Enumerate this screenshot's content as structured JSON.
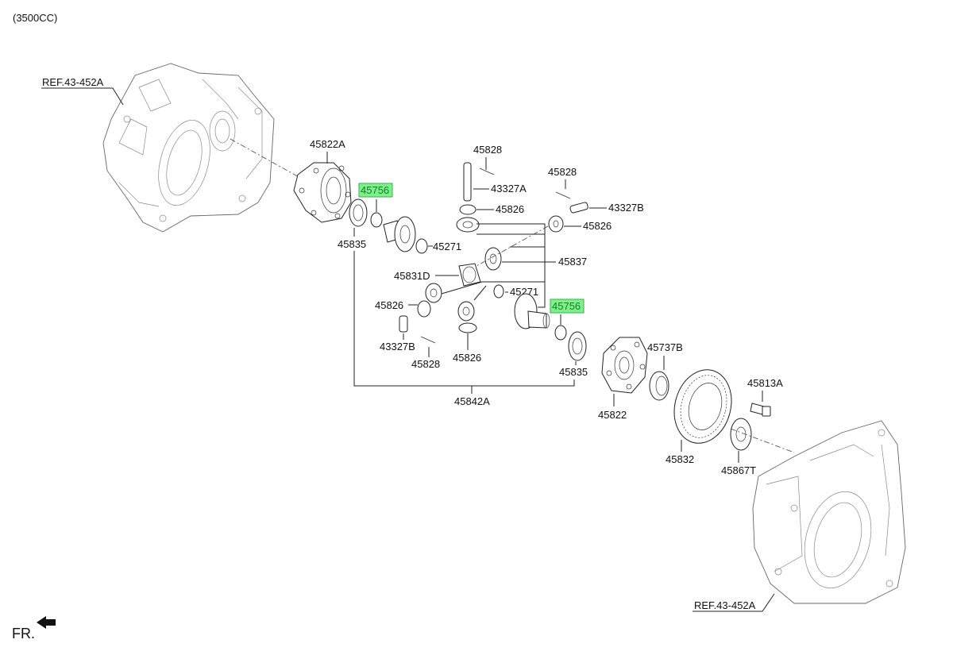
{
  "engine_note": "(3500CC)",
  "ref_top": "REF.43-452A",
  "ref_bottom": "REF.43-452A",
  "front_label": "FR.",
  "parts": {
    "p45822A": "45822A",
    "p45756_top": "45756",
    "p45835_left": "45835",
    "p45828_top": "45828",
    "p43327A": "43327A",
    "p45826_top": "45826",
    "p45828_right": "45828",
    "p43327B_right": "43327B",
    "p45826_right": "45826",
    "p45271_top": "45271",
    "p45837": "45837",
    "p45831D": "45831D",
    "p45271_mid": "45271",
    "p45826_left": "45826",
    "p45756_mid": "45756",
    "p43327B_left": "43327B",
    "p45828_bottom": "45828",
    "p45826_bottom": "45826",
    "p45835_right": "45835",
    "p45842A": "45842A",
    "p45822": "45822",
    "p45737B": "45737B",
    "p45813A": "45813A",
    "p45832": "45832",
    "p45867T": "45867T"
  },
  "highlight_color": "#7ef08a"
}
